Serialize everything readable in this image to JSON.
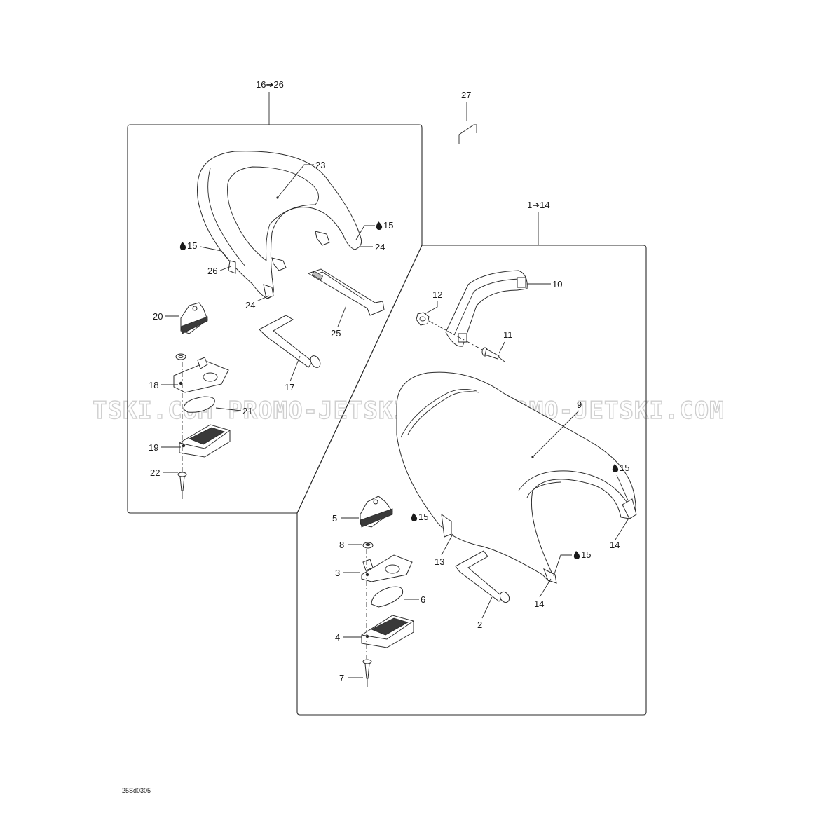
{
  "diagram": {
    "group_labels": {
      "rear_seat_group": "16➔26",
      "front_seat_group": "1➔14",
      "staple": "27"
    },
    "callouts": {
      "c1": "23",
      "c2": "15",
      "c3": "15",
      "c4": "24",
      "c5": "26",
      "c6": "24",
      "c7": "25",
      "c8": "20",
      "c9": "17",
      "c10": "18",
      "c11": "21",
      "c12": "19",
      "c13": "22",
      "c14": "10",
      "c15": "12",
      "c16": "11",
      "c17": "9",
      "c18": "15",
      "c19": "14",
      "c20": "5",
      "c21": "15",
      "c22": "13",
      "c23": "8",
      "c24": "15",
      "c25": "3",
      "c26": "6",
      "c27": "14",
      "c28": "2",
      "c29": "4",
      "c30": "7"
    },
    "watermark": "TSKI.COM  PROMO-JETSKI.COM  PROMO-JETSKI.COM",
    "drawing_code": "25Sd0305",
    "icons": {
      "lubricant": "oil-drop-icon"
    }
  }
}
